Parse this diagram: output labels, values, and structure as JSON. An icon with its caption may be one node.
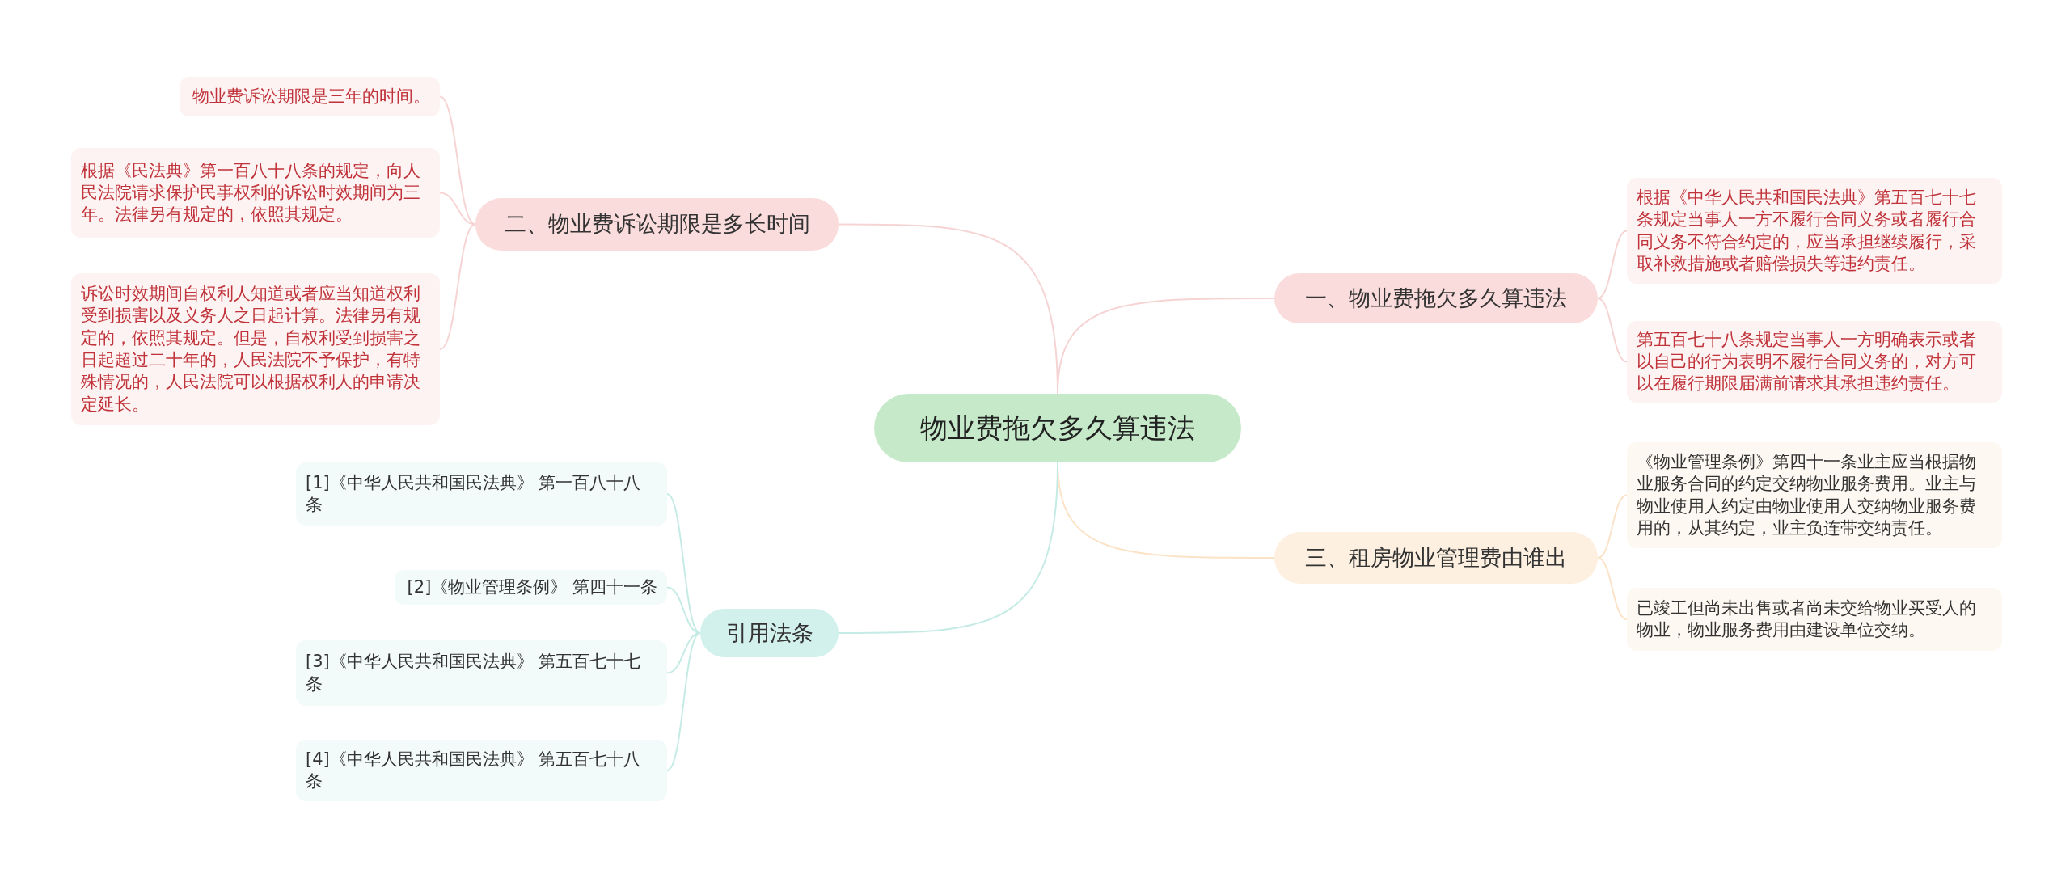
{
  "diagram": {
    "nodes": [
      {
        "text": [
          "物业费拖欠多久算违法"
        ]
      },
      {
        "text": [
          "一、物业费拖欠多久算违法"
        ]
      },
      {
        "text": [
          "根据《中华人民共和国民法典》第五百七十七条规定当事人一方不履行合同义务或者履行合同义务不符合约定的，应当承担继续履行，采取补救措施或者赔偿损失等违约责任。"
        ]
      },
      {
        "text": [
          "第五百七十八条规定当事人一方明确表示或者以自己的行为表明不履行合同义务的，对方可以在履行期限届满前请求其承担违约责任。"
        ]
      },
      {
        "text": [
          "三、租房物业管理费由谁出"
        ]
      },
      {
        "text": [
          "《物业管理条例》第四十一条业主应当根据物业服务合同的约定交纳物业服务费用。业主与物业使用人约定由物业使用人交纳物业服务费用的，从其约定，业主负连带交纳责任。"
        ]
      },
      {
        "text": [
          "已竣工但尚未出售或者尚未交给物业买受人的物业，物业服务费用由建设单位交纳。"
        ]
      },
      {
        "text": [
          "二、物业费诉讼期限是多长时间"
        ]
      },
      {
        "text": [
          "物业费诉讼期限是三年的时间。"
        ]
      },
      {
        "text": [
          "根据《民法典》第一百八十八条的规定，向人民法院请求保护民事权利的诉讼时效期间为三年。法律另有规定的，依照其规定。"
        ]
      },
      {
        "text": [
          "诉讼时效期间自权利人知道或者应当知道权利受到损害以及义务人之日起计算。法律另有规定的，依照其规定。但是，自权利受到损害之日起超过二十年的，人民法院不予保护，有特殊情况的，人民法院可以根据权利人的申请决定延长。"
        ]
      },
      {
        "text": [
          "引用法条"
        ]
      },
      {
        "text": [
          "[1]《中华人民共和国民法典》 第一百八十八条"
        ]
      },
      {
        "text": [
          "[2]《物业管理条例》 第四十一条"
        ]
      },
      {
        "text": [
          "[3]《中华人民共和国民法典》 第五百七十七条"
        ]
      },
      {
        "text": [
          "[4]《中华人民共和国民法典》 第五百七十八条"
        ]
      }
    ],
    "edges": [
      {
        "from": 0,
        "to": 1,
        "arrow": "none"
      },
      {
        "from": 1,
        "to": 2,
        "arrow": "none"
      },
      {
        "from": 1,
        "to": 3,
        "arrow": "none"
      },
      {
        "from": 0,
        "to": 4,
        "arrow": "none",
        "color": "#fbe3c8"
      },
      {
        "from": 4,
        "to": 5,
        "arrow": "none",
        "color": "#fbe3c8"
      },
      {
        "from": 4,
        "to": 6,
        "arrow": "none",
        "color": "#fbe3c8"
      },
      {
        "from": 0,
        "to": 7,
        "arrow": "none"
      },
      {
        "from": 7,
        "to": 8,
        "arrow": "none"
      },
      {
        "from": 7,
        "to": 9,
        "arrow": "none"
      },
      {
        "from": 7,
        "to": 10,
        "arrow": "none"
      },
      {
        "from": 0,
        "to": 11,
        "arrow": "none",
        "color": "#c5ebe5"
      },
      {
        "from": 11,
        "to": 12,
        "arrow": "none",
        "color": "#c5ebe5"
      },
      {
        "from": 11,
        "to": 13,
        "arrow": "none",
        "color": "#c5ebe5"
      },
      {
        "from": 11,
        "to": 14,
        "arrow": "none",
        "color": "#c5ebe5"
      },
      {
        "from": 11,
        "to": 15,
        "arrow": "none",
        "color": "#c5ebe5"
      }
    ]
  }
}
